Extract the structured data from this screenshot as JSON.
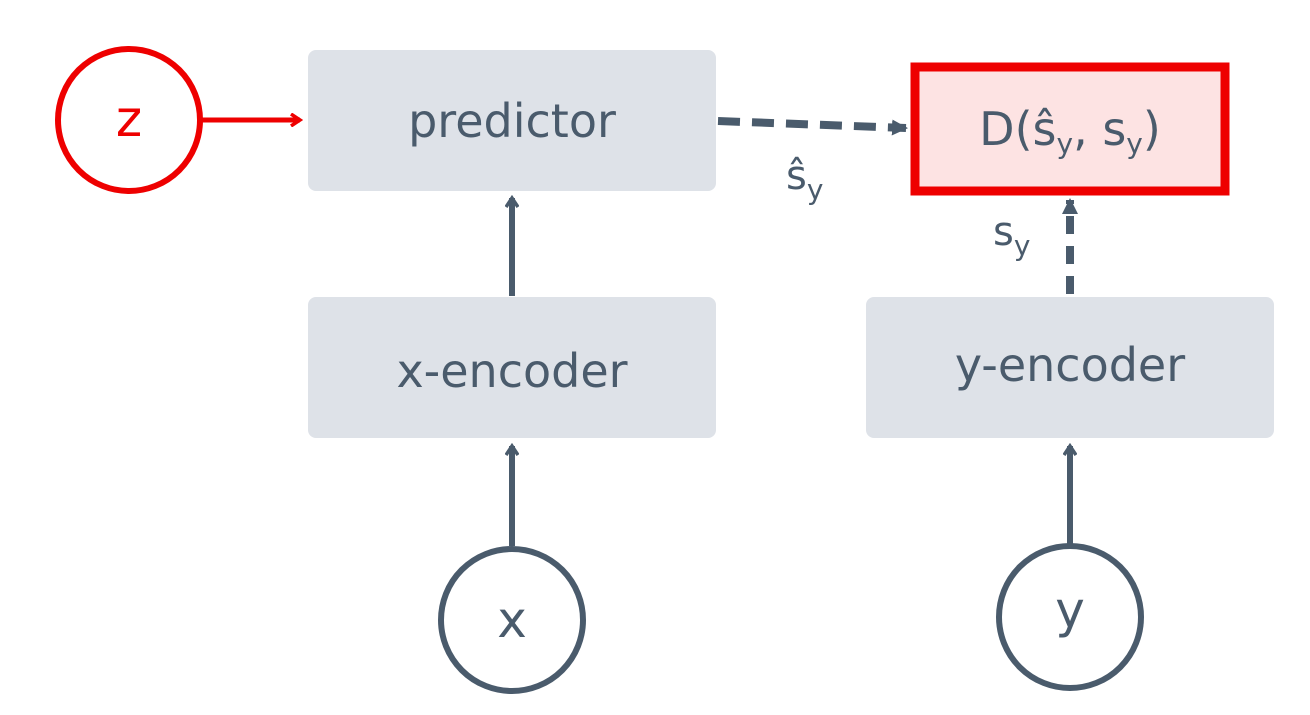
{
  "colors": {
    "box_fill": "#dee2e8",
    "ink": "#4a5b6c",
    "accent": "#ee0000",
    "loss_fill": "#fde3e3"
  },
  "nodes": {
    "predictor": {
      "label": "predictor"
    },
    "x_encoder": {
      "label": "x-encoder"
    },
    "y_encoder": {
      "label": "y-encoder"
    },
    "loss": {
      "label_prefix": "D(",
      "s_hat": "ŝ",
      "sub_y": "y",
      "comma": ", ",
      "s": "s",
      "sub_y2": "y",
      "label_suffix": ")"
    }
  },
  "variables": {
    "z": "z",
    "x": "x",
    "y": "y"
  },
  "edge_labels": {
    "predicted": {
      "base": "ŝ",
      "sub": "y"
    },
    "target": {
      "base": "s",
      "sub": "y"
    }
  }
}
